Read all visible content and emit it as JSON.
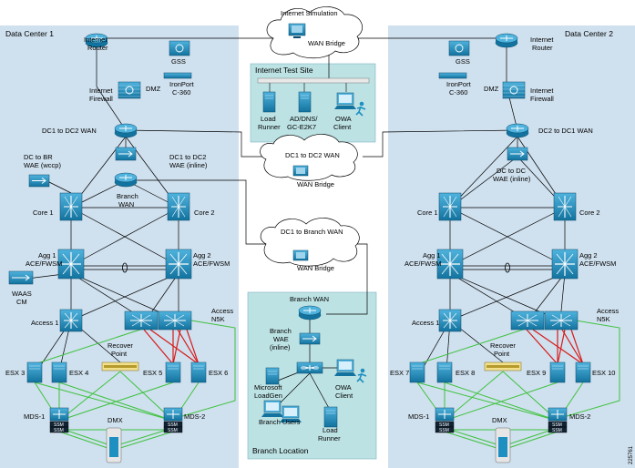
{
  "zones": {
    "dc1_title": "Data Center 1",
    "dc2_title": "Data Center 2",
    "internet_test_site": "Internet Test Site",
    "branch_location": "Branch Location"
  },
  "clouds": {
    "internet_sim": "Internet Simulation",
    "internet_sim_sub": "WAN Bridge",
    "dc1_dc2": "DC1 to DC2 WAN",
    "dc1_dc2_sub": "WAN Bridge",
    "dc1_branch": "DC1 to Branch WAN",
    "dc1_branch_sub": "WAN Bridge"
  },
  "dc1": {
    "internet_router": [
      "Internet",
      "Router"
    ],
    "gss": "GSS",
    "ironport": [
      "IronPort",
      "C-360"
    ],
    "dmz": "DMZ",
    "firewall": [
      "Internet",
      "Firewall"
    ],
    "wan_router": "DC1 to DC2 WAN",
    "br_wae": [
      "DC to BR",
      "WAE (wccp)"
    ],
    "dc2_wae": [
      "DC1 to DC2",
      "WAE (inline)"
    ],
    "branch_wan": [
      "Branch",
      "WAN"
    ],
    "core1": "Core 1",
    "core2": "Core 2",
    "agg1": [
      "Agg 1",
      "ACE/FWSM"
    ],
    "agg2": [
      "Agg 2",
      "ACE/FWSM"
    ],
    "waas": [
      "WAAS",
      "CM"
    ],
    "access1": "Access 1",
    "access_n5k": [
      "Access",
      "N5K"
    ],
    "recover_point": [
      "Recover",
      "Point"
    ],
    "esx3": "ESX 3",
    "esx4": "ESX 4",
    "esx5": "ESX 5",
    "esx6": "ESX 6",
    "mds1": "MDS-1",
    "mds2": "MDS-2",
    "dmx": "DMX"
  },
  "dc2": {
    "internet_router": [
      "Internet",
      "Router"
    ],
    "gss": "GSS",
    "ironport": [
      "IronPort",
      "C-360"
    ],
    "dmz": "DMZ",
    "firewall": [
      "Internet",
      "Firewall"
    ],
    "wan_router": "DC2 to DC1 WAN",
    "dc_wae": [
      "DC to DC",
      "WAE (inline)"
    ],
    "core1": "Core 1",
    "core2": "Core 2",
    "agg1": [
      "Agg 1",
      "ACE/FWSM"
    ],
    "agg2": [
      "Agg 2",
      "ACE/FWSM"
    ],
    "access1": "Access 1",
    "access_n5k": [
      "Access",
      "N5K"
    ],
    "recover_point": [
      "Recover",
      "Point"
    ],
    "esx7": "ESX 7",
    "esx8": "ESX 8",
    "esx9": "ESX 9",
    "esx10": "ESX 10",
    "mds1": "MDS-1",
    "mds2": "MDS-2",
    "dmx": "DMX"
  },
  "test_site": {
    "load_runner": [
      "Load",
      "Runner"
    ],
    "ad_dns": [
      "AD/DNS/",
      "GC-E2K7"
    ],
    "owa": [
      "OWA",
      "Client"
    ]
  },
  "branch": {
    "branch_wan": "Branch WAN",
    "wae": [
      "Branch",
      "WAE",
      "(inline)"
    ],
    "loadgen": [
      "Microsoft",
      "LoadGen"
    ],
    "owa": [
      "OWA",
      "Client"
    ],
    "users": "Branch Users",
    "load_runner": [
      "Load",
      "Runner"
    ]
  },
  "ssm": "SSM",
  "figure_id": "225761",
  "colors": {
    "zone_blue": "#cfe0ee",
    "zone_teal": "#bde2e4",
    "device_blue": "#1d8fc0",
    "cable_green": "#3ec23e",
    "cable_red": "#d81a1a"
  }
}
